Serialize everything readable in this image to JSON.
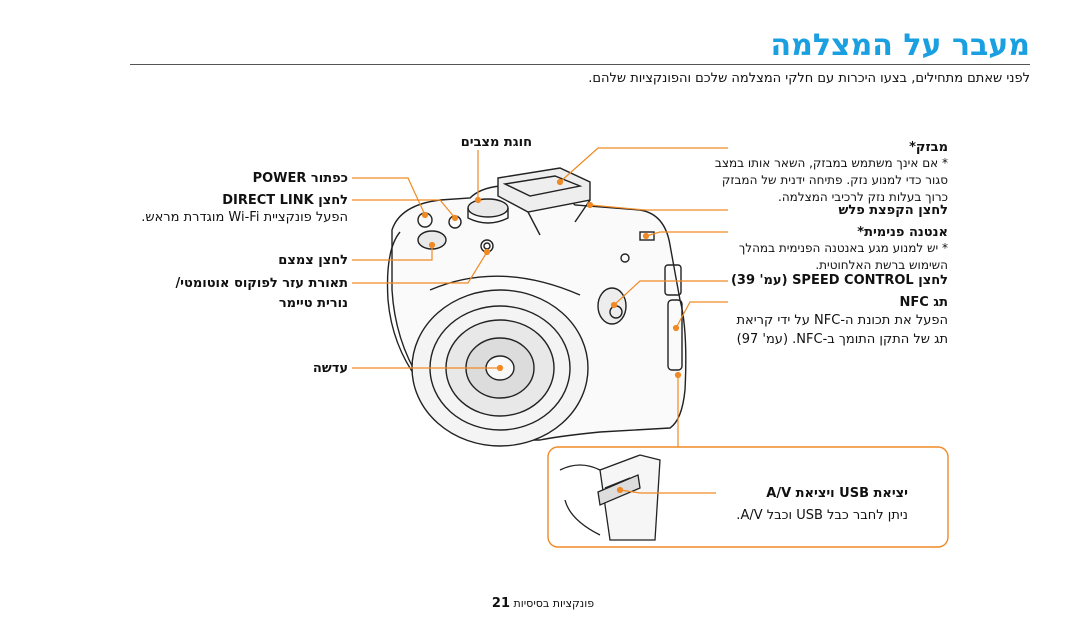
{
  "page": {
    "title": "מעבר על המצלמה",
    "intro": "לפני שאתם מתחילים, בצעו היכרות עם חלקי המצלמה שלכם והפונקציות שלהם."
  },
  "left_labels": {
    "mode_dial": "חוגת מצבים",
    "power": "POWER כפתור",
    "direct_link": "DIRECT LINK לחצן",
    "direct_link_desc": "הפעל פונקציית Wi-Fi מוגדרת מראש.",
    "shutter": "לחצן צמצם",
    "af_lamp_line1": "תאורת עזר לפוקוס אוטומטי/",
    "af_lamp_line2": "נורית טיימר",
    "lens": "עדשה"
  },
  "right_labels": {
    "flash": "מבזק*",
    "flash_note_1": "* אם אינך משתמש במבזק, השאר אותו במצב",
    "flash_note_2": "סגור כדי למנוע נזק. פתיחה ידנית של המבזק",
    "flash_note_3": "כרוך בעלות נזק לרכיבי המצלמה.",
    "flash_button": "לחצן הקפצת פלש",
    "antenna": "אנטנה פנימית*",
    "antenna_note_1": "* יש למנוע מגע באנטנה הפנימית במהלך",
    "antenna_note_2": "השימוש ברשת האלחוטית.",
    "speed_control": "לחצן SPEED CONTROL (עמ' 39)",
    "nfc_tag": "תג NFC",
    "nfc_desc_1": "הפעל את תכונת ה-NFC על ידי קריאת",
    "nfc_desc_2": "תג של התקן התומך ב-NFC. (עמ' 97)",
    "usb_port": "יציאת USB ויציאת A/V",
    "usb_desc": "ניתן לחבר כבל USB וכבל A/V."
  },
  "footer": {
    "section": "פונקציות בסיסיות",
    "page_number": "21"
  },
  "colors": {
    "title": "#1aa0e0",
    "leader": "#f08a24"
  }
}
